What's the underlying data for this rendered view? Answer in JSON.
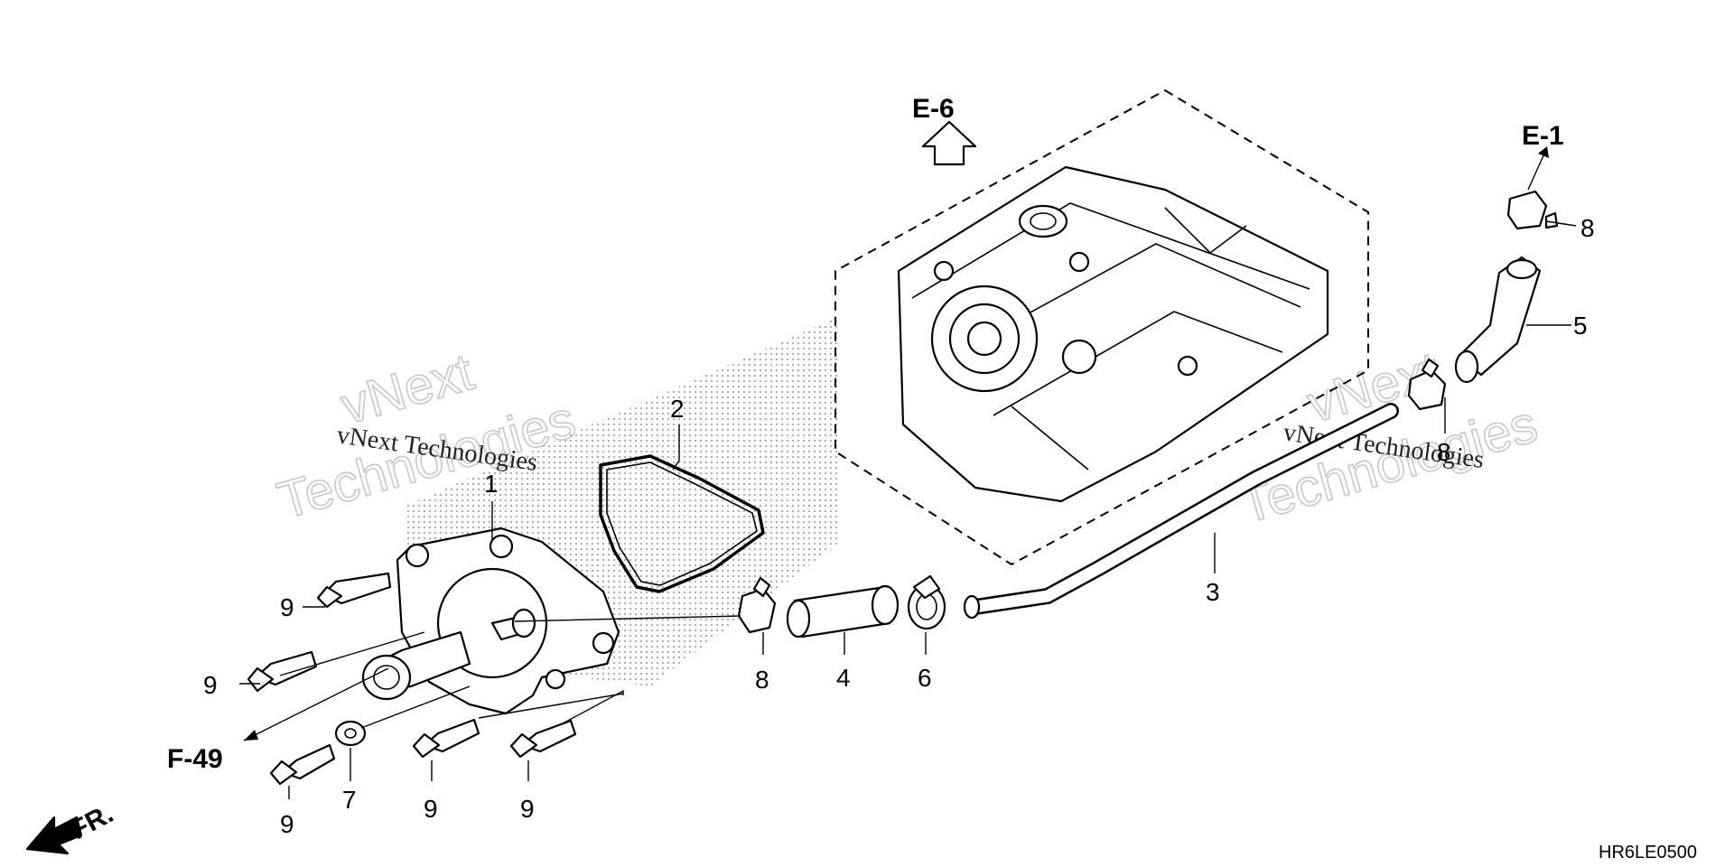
{
  "diagram": {
    "code": "HR6LE0500",
    "part_labels": [
      "1",
      "2",
      "3",
      "4",
      "5",
      "6",
      "7",
      "8",
      "8",
      "8",
      "9",
      "9",
      "9",
      "9",
      "9"
    ],
    "refs": {
      "e6": "E-6",
      "e1": "E-1",
      "f49": "F-49",
      "front": "FR."
    },
    "watermarks": {
      "brand_line1": "vNext",
      "brand_line2": "Technologies",
      "serif_text": "vNext Technologies"
    }
  }
}
